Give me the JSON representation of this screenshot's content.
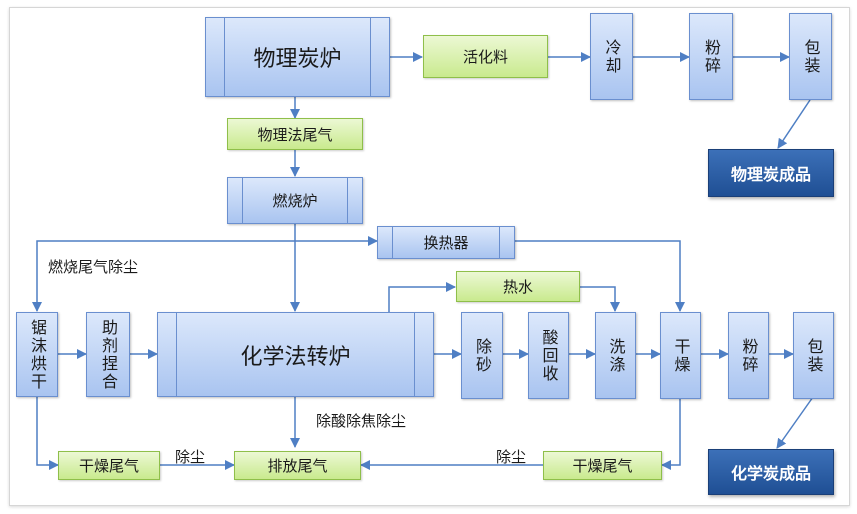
{
  "nodes": {
    "physical_furnace": "物理炭炉",
    "activated_material": "活化料",
    "cooling": "冷却",
    "crushing_top": "粉碎",
    "packing_top": "包装",
    "physical_product": "物理炭成品",
    "physical_tail_gas": "物理法尾气",
    "combustion_furnace": "燃烧炉",
    "heat_exchanger": "换热器",
    "saw_dust_drying": "锯沫烘干",
    "additive_mixing": "助剂捏合",
    "chemical_furnace": "化学法转炉",
    "hot_water": "热水",
    "desanding": "除砂",
    "acid_recovery": "酸回收",
    "washing": "洗涤",
    "drying": "干燥",
    "crushing_bottom": "粉碎",
    "packing_bottom": "包装",
    "chemical_product": "化学炭成品",
    "dry_tail_gas_left": "干燥尾气",
    "exhaust_gas": "排放尾气",
    "dry_tail_gas_right": "干燥尾气"
  },
  "labels": {
    "combustion_gas_dedust": "燃烧尾气除尘",
    "deacid_detar_dedust": "除酸除焦除尘",
    "dedust_left": "除尘",
    "dedust_right": "除尘"
  },
  "colors": {
    "arrow": "#4f7fc4",
    "process_fill": "#b7cdf3",
    "product_fill": "#2a5ea5",
    "gas_fill": "#d6f0a8"
  }
}
